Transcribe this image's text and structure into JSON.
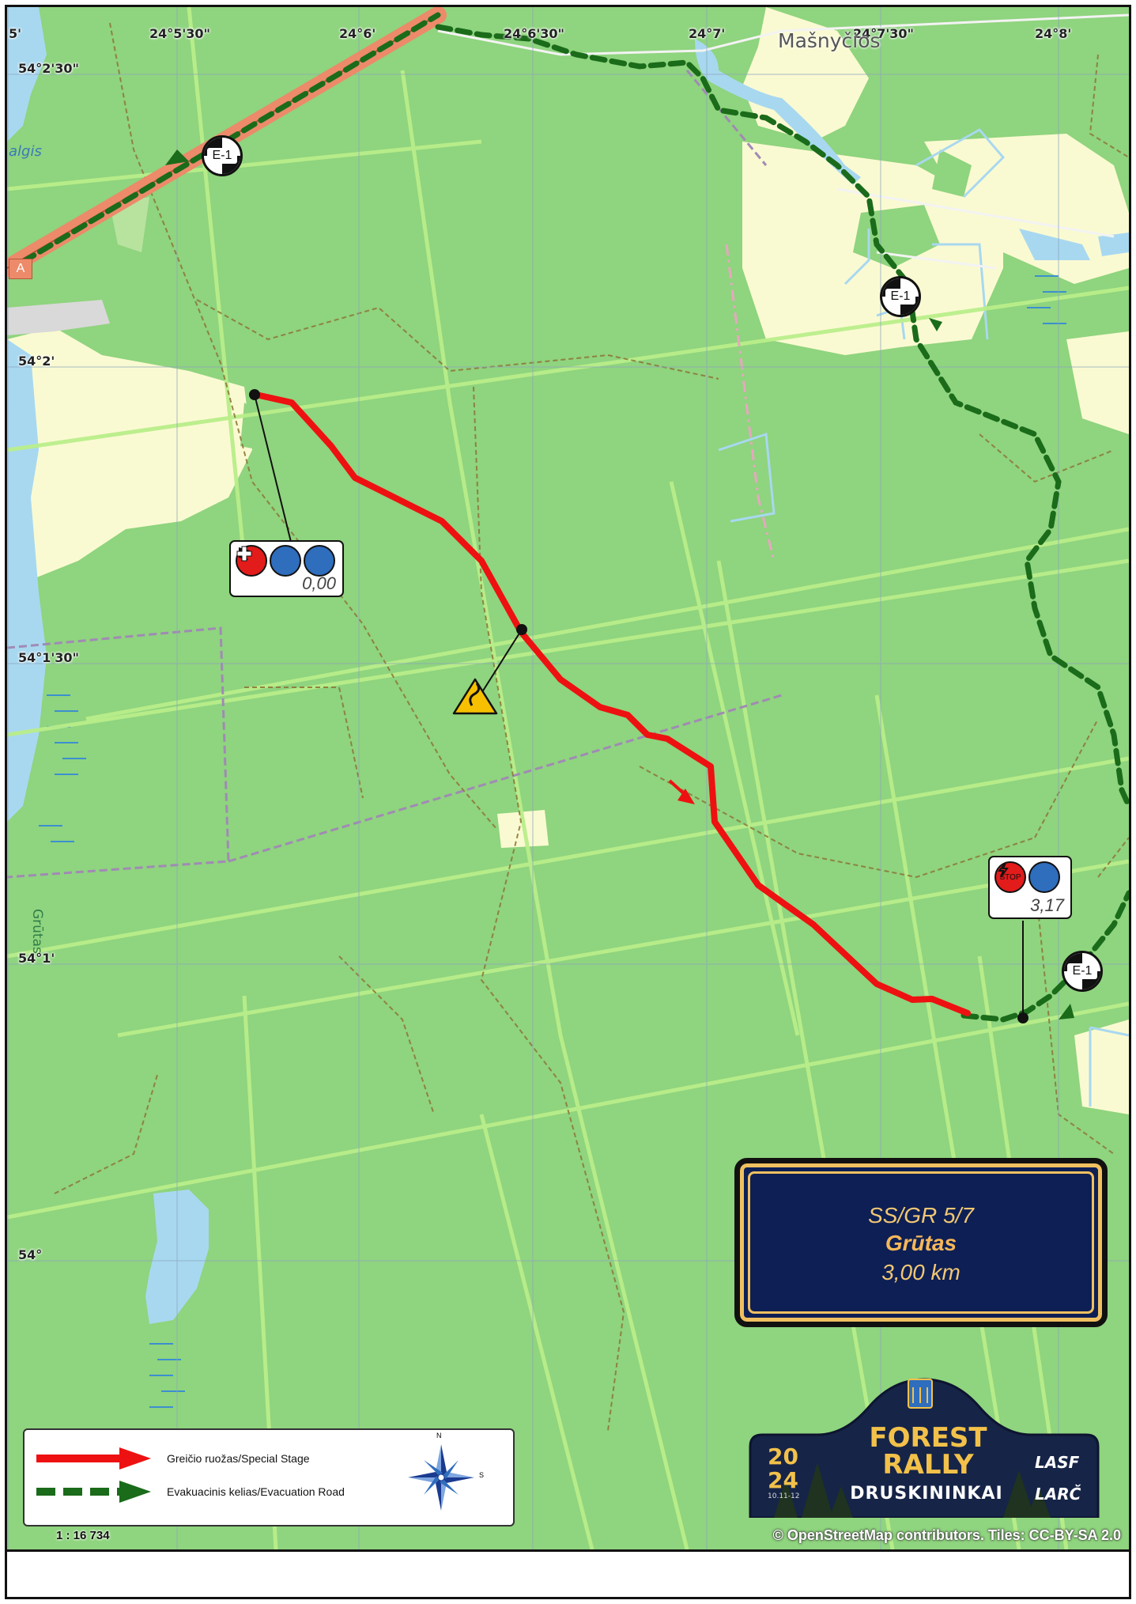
{
  "map": {
    "coords": {
      "lon_5": "5'",
      "lon_1": "24°5'30\"",
      "lon_2": "24°6'",
      "lon_3": "24°6'30\"",
      "lon_4": "24°7'",
      "lon_5b": "24°7'30\"",
      "lon_6": "24°8'",
      "lat_1": "54°2'30\"",
      "lat_2": "54°2'",
      "lat_3": "54°1'30\"",
      "lat_4": "54°1'",
      "lat_5": "54°"
    },
    "places": {
      "village": "Mašnyčios",
      "stream": "Grūtas",
      "lake_fragment": "algis",
      "road_sign": "A"
    }
  },
  "markers": {
    "evac_1": "E-1",
    "evac_2": "E-1",
    "evac_3": "E-1",
    "start_distance": "0,00",
    "finish_distance": "3,17",
    "stop_label": "STOP",
    "start_icons": [
      "flag-icon",
      "lightning-icon",
      "medical-cross-icon"
    ],
    "finish_icons": [
      "stop-icon",
      "lightning-icon"
    ]
  },
  "stage": {
    "code": "SS/GR 5/7",
    "name": "Grūtas",
    "length": "3,00 km"
  },
  "legend": {
    "special_stage": "Greičio ruožas/Special Stage",
    "evacuation_road": "Evakuacinis kelias/Evacuation Road",
    "compass_n": "N",
    "compass_s": "S"
  },
  "scale": "1 : 16 734",
  "attribution": "© OpenStreetMap contributors. Tiles: CC-BY-SA 2.0",
  "logo": {
    "year_top": "20",
    "year_bottom": "24",
    "dates": "10.11-12",
    "line1": "FOREST",
    "line2": "RALLY",
    "line3": "DRUSKININKAI",
    "partner1": "LASF",
    "partner2": "LARČ"
  },
  "colors": {
    "forest": "#8fd47e",
    "clearing": "#fafad2",
    "water": "#a8d8f0",
    "stage_route": "#ee1111",
    "evac_route": "#1a6b1a",
    "stage_box": "#0d1f54",
    "gold": "#f2c774"
  }
}
